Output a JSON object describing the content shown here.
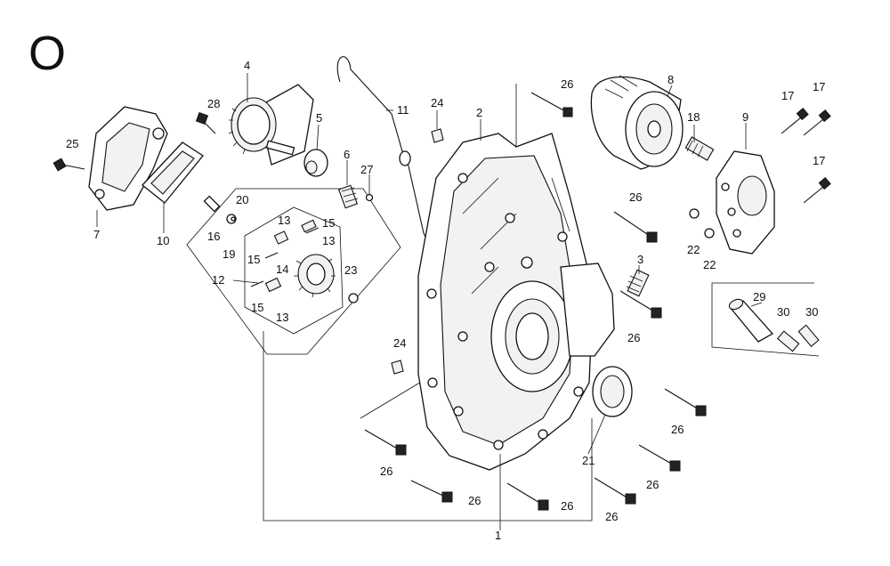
{
  "diagram": {
    "section_letter": "O",
    "callouts": {
      "c1": "1",
      "c2": "2",
      "c3": "3",
      "c4": "4",
      "c5": "5",
      "c6": "6",
      "c7": "7",
      "c8": "8",
      "c9": "9",
      "c10": "10",
      "c11": "11",
      "c12": "12",
      "c13a": "13",
      "c13b": "13",
      "c13c": "13",
      "c14": "14",
      "c15a": "15",
      "c15b": "15",
      "c15c": "15",
      "c16": "16",
      "c17a": "17",
      "c17b": "17",
      "c17c": "17",
      "c18": "18",
      "c19": "19",
      "c20": "20",
      "c21": "21",
      "c22a": "22",
      "c22b": "22",
      "c23": "23",
      "c24a": "24",
      "c24b": "24",
      "c25": "25",
      "c26a": "26",
      "c26b": "26",
      "c26c": "26",
      "c26d": "26",
      "c26e": "26",
      "c26f": "26",
      "c26g": "26",
      "c26h": "26",
      "c26i": "26",
      "c27": "27",
      "c28": "28",
      "c29": "29",
      "c30a": "30",
      "c30b": "30"
    }
  }
}
